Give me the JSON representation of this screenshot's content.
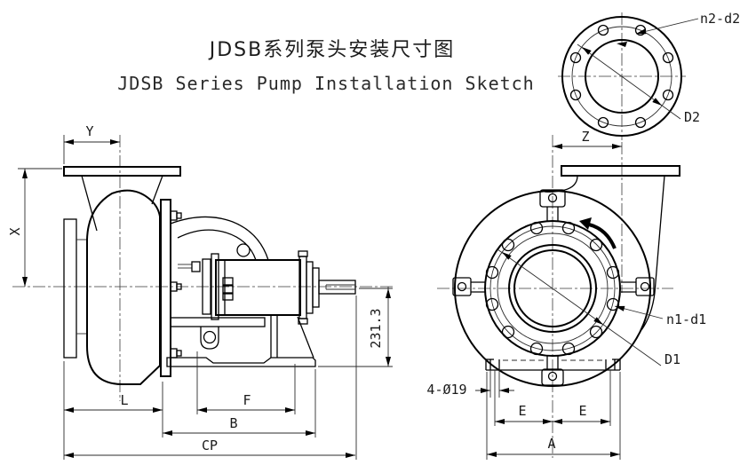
{
  "title": {
    "zh": "JDSB系列泵头安装尺寸图",
    "en": "JDSB Series Pump Installation Sketch"
  },
  "side_view": {
    "dims": {
      "y": "Y",
      "x": "X",
      "center_height": "231.3",
      "l": "L",
      "f": "F",
      "b": "B",
      "cp": "CP"
    }
  },
  "front_view": {
    "dims": {
      "z": "Z",
      "e_left": "E",
      "e_right": "E",
      "a": "A",
      "anchor_holes": "4-Ø19"
    },
    "labels": {
      "suction_bolt_holes": "n1-d1",
      "suction_bolt_circle": "D1"
    }
  },
  "flange_detail": {
    "labels": {
      "discharge_bolt_holes": "n2-d2",
      "discharge_bolt_circle": "D2"
    }
  },
  "colors": {
    "line": "#000000",
    "background": "#ffffff"
  }
}
